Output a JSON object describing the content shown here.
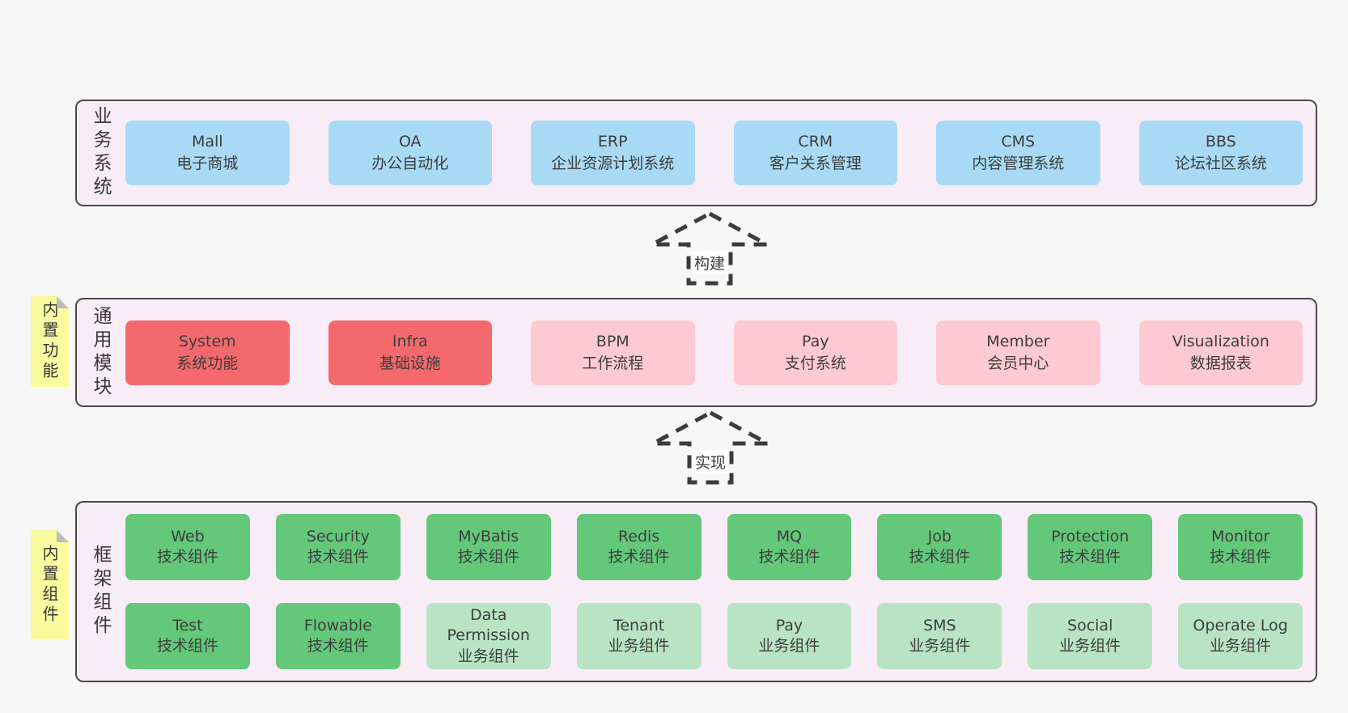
{
  "diagram": {
    "colors": {
      "page_bg": "#f7f7f7",
      "band_bg": "#f8edf6",
      "band_border": "#4a4a4a",
      "box_blue": "#a9daf5",
      "box_red": "#f5696e",
      "box_pink": "#ffc9d3",
      "box_green": "#63c87a",
      "box_green_light": "#b9e4c4",
      "sticky_bg": "#fafa9e",
      "sticky_fold": "#bdbdbd",
      "arrow_stroke": "#3c3c3c",
      "text": "#3d3d3d"
    },
    "stickies": [
      {
        "text": "内置功能"
      },
      {
        "text": "内置组件"
      }
    ],
    "arrows": [
      {
        "label": "构建"
      },
      {
        "label": "实现"
      }
    ],
    "bands": [
      {
        "label": "业务系统",
        "boxes": [
          {
            "title": "Mall",
            "subtitle": "电子商城",
            "variant": "blue"
          },
          {
            "title": "OA",
            "subtitle": "办公自动化",
            "variant": "blue"
          },
          {
            "title": "ERP",
            "subtitle": "企业资源计划系统",
            "variant": "blue"
          },
          {
            "title": "CRM",
            "subtitle": "客户关系管理",
            "variant": "blue"
          },
          {
            "title": "CMS",
            "subtitle": "内容管理系统",
            "variant": "blue"
          },
          {
            "title": "BBS",
            "subtitle": "论坛社区系统",
            "variant": "blue"
          }
        ]
      },
      {
        "label": "通用模块",
        "boxes": [
          {
            "title": "System",
            "subtitle": "系统功能",
            "variant": "red"
          },
          {
            "title": "Infra",
            "subtitle": "基础设施",
            "variant": "red"
          },
          {
            "title": "BPM",
            "subtitle": "工作流程",
            "variant": "pink"
          },
          {
            "title": "Pay",
            "subtitle": "支付系统",
            "variant": "pink"
          },
          {
            "title": "Member",
            "subtitle": "会员中心",
            "variant": "pink"
          },
          {
            "title": "Visualization",
            "subtitle": "数据报表",
            "variant": "pink"
          }
        ]
      },
      {
        "label": "框架组件",
        "rows": [
          [
            {
              "title": "Web",
              "subtitle": "技术组件",
              "variant": "green"
            },
            {
              "title": "Security",
              "subtitle": "技术组件",
              "variant": "green"
            },
            {
              "title": "MyBatis",
              "subtitle": "技术组件",
              "variant": "green"
            },
            {
              "title": "Redis",
              "subtitle": "技术组件",
              "variant": "green"
            },
            {
              "title": "MQ",
              "subtitle": "技术组件",
              "variant": "green"
            },
            {
              "title": "Job",
              "subtitle": "技术组件",
              "variant": "green"
            },
            {
              "title": "Protection",
              "subtitle": "技术组件",
              "variant": "green"
            },
            {
              "title": "Monitor",
              "subtitle": "技术组件",
              "variant": "green"
            }
          ],
          [
            {
              "title": "Test",
              "subtitle": "技术组件",
              "variant": "green"
            },
            {
              "title": "Flowable",
              "subtitle": "技术组件",
              "variant": "green"
            },
            {
              "title": "Data Permission",
              "subtitle": "业务组件",
              "variant": "green-light"
            },
            {
              "title": "Tenant",
              "subtitle": "业务组件",
              "variant": "green-light"
            },
            {
              "title": "Pay",
              "subtitle": "业务组件",
              "variant": "green-light"
            },
            {
              "title": "SMS",
              "subtitle": "业务组件",
              "variant": "green-light"
            },
            {
              "title": "Social",
              "subtitle": "业务组件",
              "variant": "green-light"
            },
            {
              "title": "Operate Log",
              "subtitle": "业务组件",
              "variant": "green-light"
            }
          ]
        ]
      }
    ]
  }
}
